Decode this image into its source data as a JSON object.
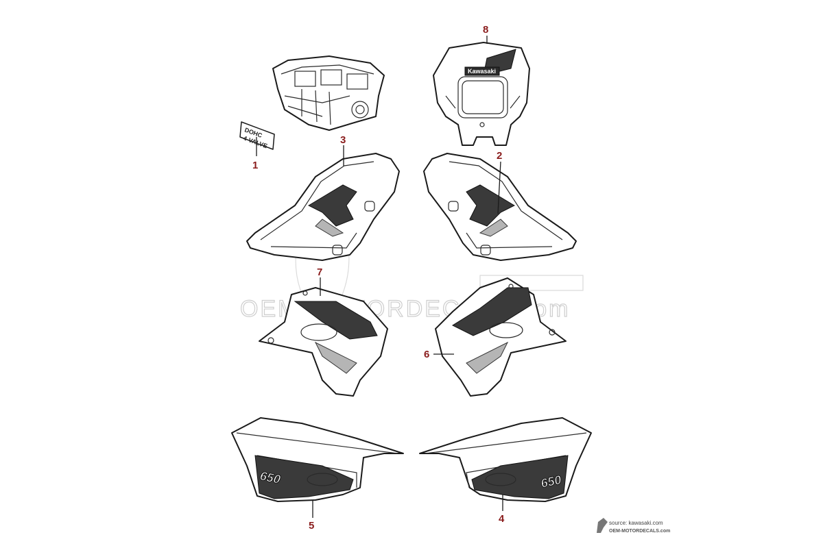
{
  "callouts": {
    "c1": "1",
    "c2": "2",
    "c3": "3",
    "c4": "4",
    "c5": "5",
    "c6": "6",
    "c7": "7",
    "c8": "8"
  },
  "decals": {
    "dohc": "DOHC",
    "valve": "4-VALVE",
    "brand": "Kawasaki",
    "model_left": "650",
    "model_right": "650"
  },
  "watermark": {
    "text": "OEM-MOTORDECALS.com"
  },
  "source": {
    "line1": "source: kawasaki.com",
    "line2": "OEM-MOTORDECALS.com"
  },
  "colors": {
    "callout": "#8a1c1c",
    "line": "#1a1a1a",
    "watermark": "#c9c9c9"
  }
}
